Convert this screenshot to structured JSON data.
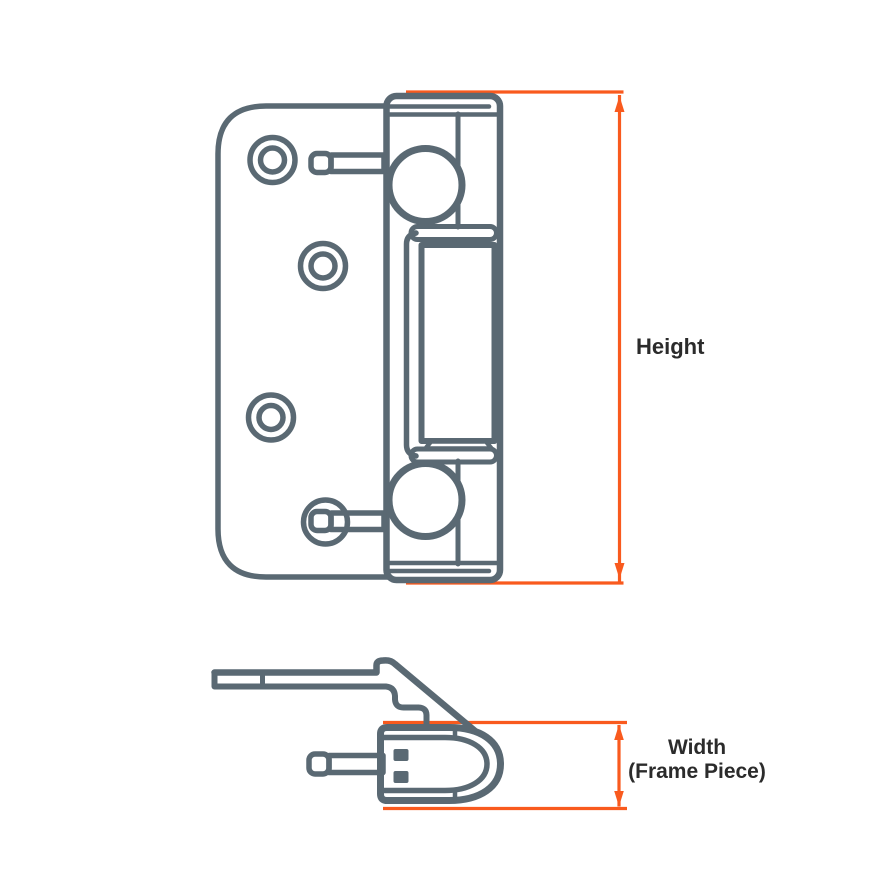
{
  "colors": {
    "background": "#ffffff",
    "drawing": "#5a6973",
    "dimension": "#f95a1e",
    "label_text": "#2b2b2b"
  },
  "dimensions": {
    "height": {
      "label": "Height"
    },
    "width": {
      "label_line1": "Width",
      "label_line2": "(Frame Piece)"
    }
  }
}
